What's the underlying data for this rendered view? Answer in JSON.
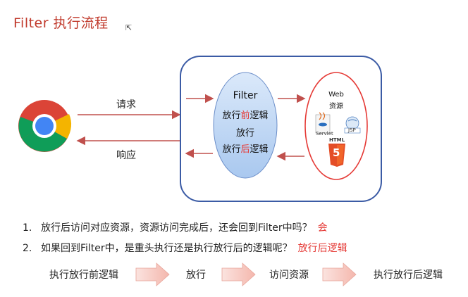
{
  "slide": {
    "title": "Filter 执行流程"
  },
  "diagram": {
    "request_label": "请求",
    "response_label": "响应",
    "filter": {
      "title": "Filter",
      "pre_part1": "放行",
      "pre_highlight": "前",
      "pre_part2": "逻辑",
      "pass": "放行",
      "post_part1": "放行",
      "post_highlight": "后",
      "post_part2": "逻辑"
    },
    "web": {
      "line1": "Web",
      "line2": "资源",
      "servlet_label": "Servlet",
      "jsp_label": "JSP",
      "html_label": "HTML",
      "html_number": "5"
    },
    "colors": {
      "arrow": "#c0504d",
      "container_border": "#3b5ba5",
      "filter_fill": "#c7dcf5",
      "web_border": "#e53935"
    },
    "icons": [
      "chrome-icon",
      "servlet-icon",
      "jsp-icon",
      "html5-icon"
    ]
  },
  "questions": [
    {
      "number": "1.",
      "text": "放行后访问对应资源，资源访问完成后，还会回到Filter中吗？",
      "answer": "会"
    },
    {
      "number": "2.",
      "text": "如果回到Filter中，是重头执行还是执行放行后的逻辑呢？",
      "answer": "放行后逻辑"
    }
  ],
  "flow": {
    "steps": [
      "执行放行前逻辑",
      "放行",
      "访问资源",
      "执行放行后逻辑"
    ]
  }
}
